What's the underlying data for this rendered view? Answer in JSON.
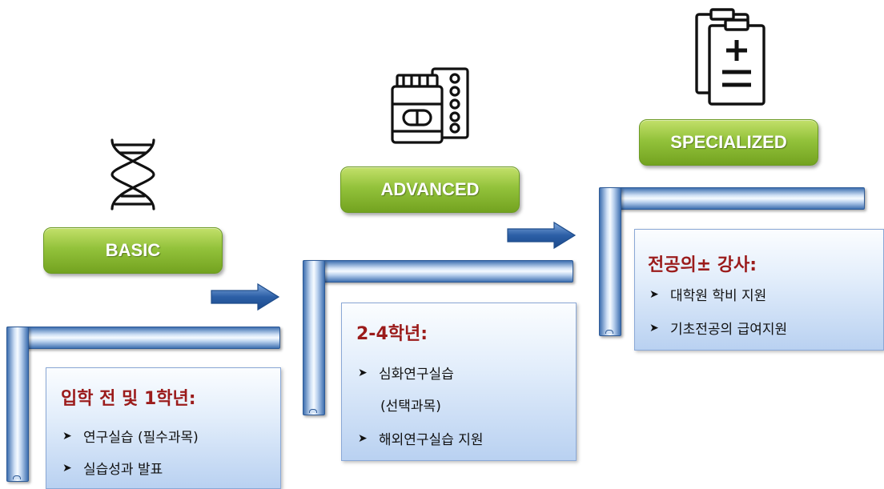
{
  "stages": [
    {
      "label": "BASIC",
      "icon": "dna-icon",
      "title": "입학 전 및 1학년:",
      "bullets": [
        "연구실습 (필수과목)",
        "실습성과 발표"
      ]
    },
    {
      "label": "ADVANCED",
      "icon": "medicine-bottle-pills-icon",
      "title": "2-4학년:",
      "bullets": [
        "심화연구실습",
        "해외연구실습 지원"
      ],
      "bullet_continuation": "(선택과목)"
    },
    {
      "label": "SPECIALIZED",
      "icon": "clipboard-plus-icon",
      "title": "전공의± 강사:",
      "bullets": [
        "대학원 학비 지원",
        "기초전공의 급여지원"
      ]
    }
  ],
  "colors": {
    "label_green": "#93c23b",
    "bracket_blue": "#3f70b0",
    "title_red": "#9b1b1b",
    "box_fill": "#dbe8fa"
  },
  "bullet_marker": "➤"
}
